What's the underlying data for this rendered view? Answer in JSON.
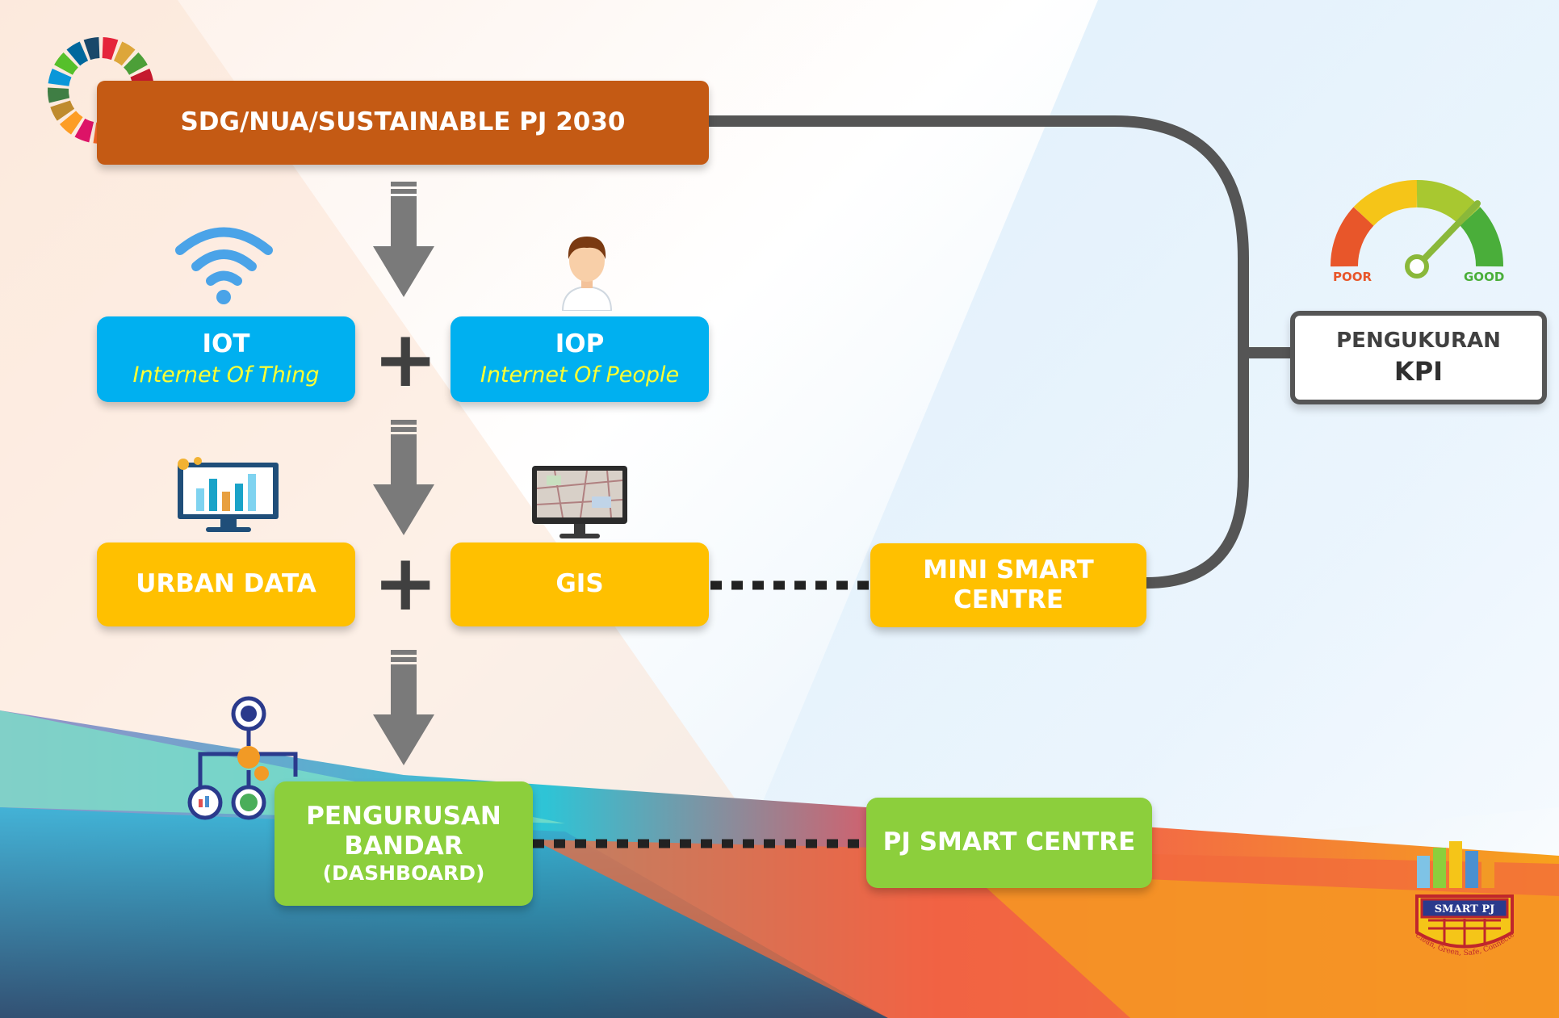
{
  "nodes": {
    "sdg": {
      "label": "SDG/NUA/SUSTAINABLE PJ 2030"
    },
    "iot": {
      "label": "IOT",
      "sublabel": "Internet Of Thing"
    },
    "iop": {
      "label": "IOP",
      "sublabel": "Internet Of People"
    },
    "urban_data": {
      "label": "URBAN DATA"
    },
    "gis": {
      "label": "GIS"
    },
    "mini_smart_centre": {
      "line1": "MINI SMART",
      "line2": "CENTRE"
    },
    "pengurusan": {
      "line1": "PENGURUSAN",
      "line2": "BANDAR",
      "line3": "(DASHBOARD)"
    },
    "pj_smart_centre": {
      "label": "PJ SMART CENTRE"
    },
    "kpi": {
      "line1": "PENGUKURAN",
      "line2": "KPI"
    }
  },
  "operators": {
    "plus": "+"
  },
  "gauge": {
    "poor_label": "POOR",
    "good_label": "GOOD"
  },
  "logo": {
    "label": "SMART PJ",
    "tagline": "Clean, Green, Safe, Connected, Happy"
  },
  "colors": {
    "brown": "#c45a14",
    "blue": "#00b0f0",
    "yellow": "#ffc000",
    "green": "#8ccf3c",
    "subtitle": "#ffff33",
    "connector": "#555555"
  },
  "icons": [
    "sdg-wheel-icon",
    "wifi-icon",
    "person-icon",
    "analytics-monitor-icon",
    "map-monitor-icon",
    "org-chart-icon",
    "kpi-gauge-icon",
    "smart-pj-logo"
  ]
}
